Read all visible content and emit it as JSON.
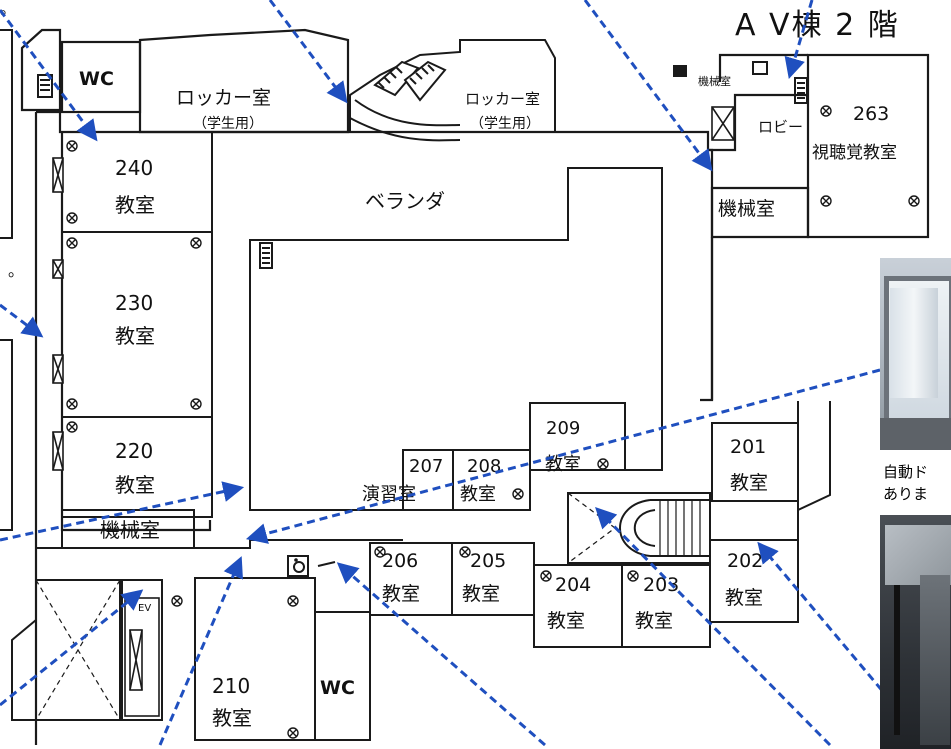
{
  "title": "A V棟 2 階",
  "top_left_fragment": "。",
  "left_fragment": "。",
  "rooms": {
    "wc_top": "WC",
    "locker_left_1": "ロッカー室",
    "locker_left_2": "（学生用）",
    "locker_right_1": "ロッカー室",
    "locker_right_2": "（学生用）",
    "veranda": "ベランダ",
    "room240_num": "240",
    "room240_name": "教室",
    "room230_num": "230",
    "room230_name": "教室",
    "room220_num": "220",
    "room220_name": "教室",
    "mech_left": "機械室",
    "room210_num": "210",
    "room210_name": "教室",
    "ev": "EV",
    "wc_bottom": "WC",
    "room206_num": "206",
    "room206_name": "教室",
    "room205_num": "205",
    "room205_name": "教室",
    "room204_num": "204",
    "room204_name": "教室",
    "room203_num": "203",
    "room203_name": "教室",
    "room207_num": "207",
    "room207_name": "演習室",
    "room208_num": "208",
    "room208_name": "教室",
    "room209_num": "209",
    "room209_name": "教室",
    "room201_num": "201",
    "room201_name": "教室",
    "room202_num": "202",
    "room202_name": "教室",
    "mech_top_small": "機械室",
    "lobby": "ロビー",
    "mech_right": "機械室",
    "room263_num": "263",
    "room263_name": "視聴覚教室"
  },
  "captions": {
    "photo1_line1": "自動ド",
    "photo1_line2": "ありま"
  },
  "colors": {
    "arrow": "#1f4fbf",
    "wall": "#1a1a1a",
    "background": "#ffffff"
  }
}
